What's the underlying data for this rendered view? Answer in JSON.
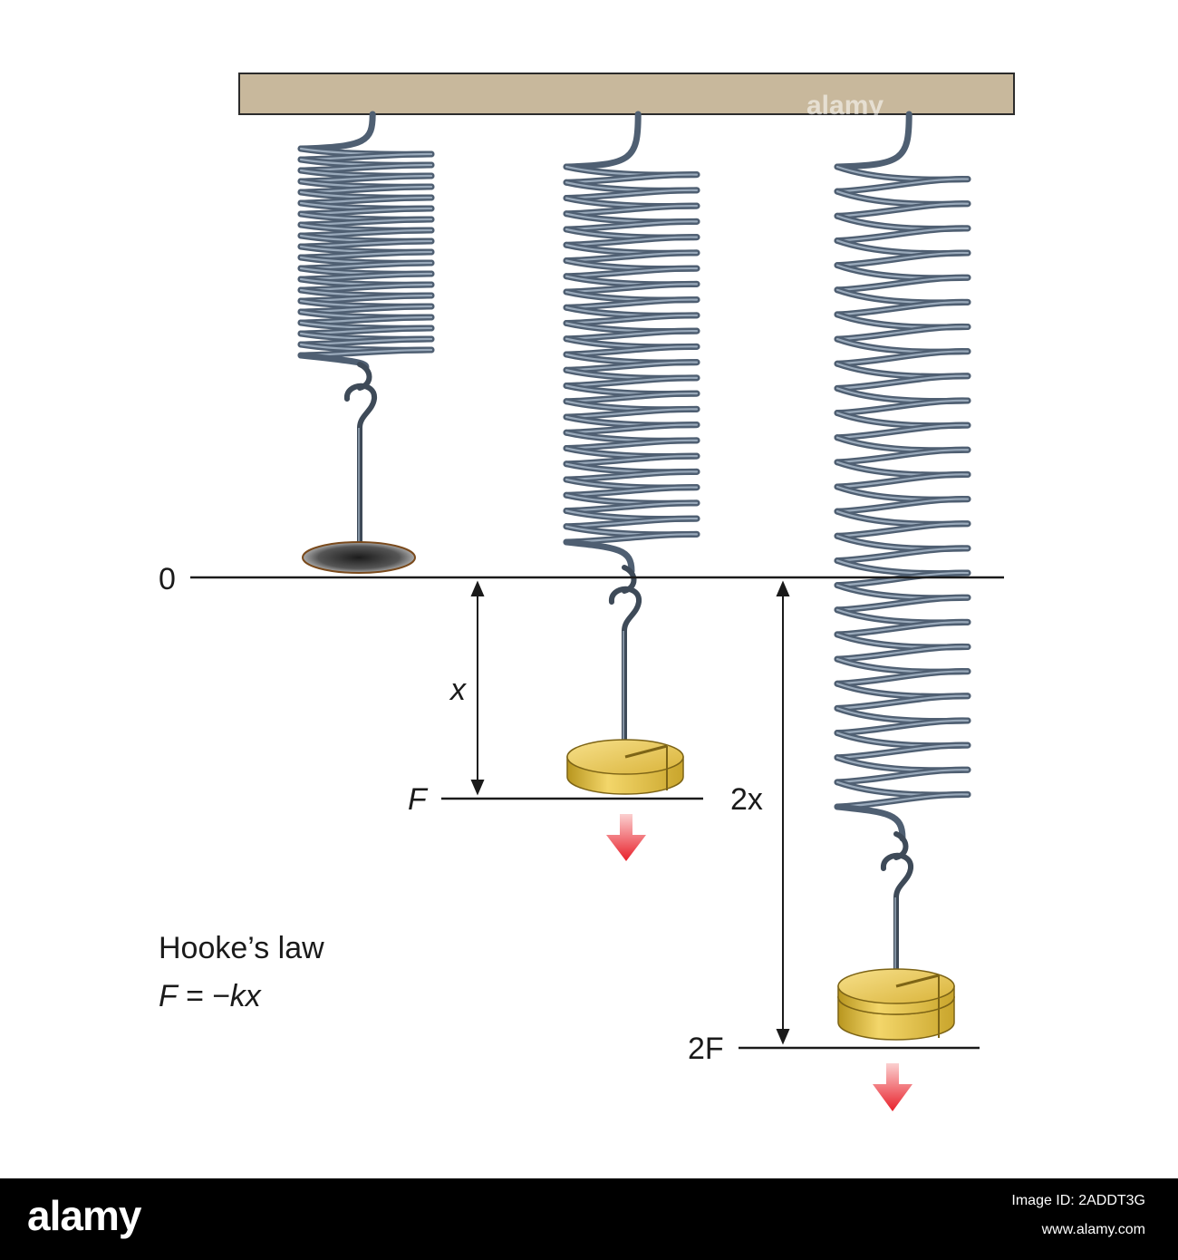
{
  "labels": {
    "zero": "0",
    "x": "x",
    "f": "F",
    "two_x": "2x",
    "two_f": "2F"
  },
  "caption": {
    "title": "Hooke’s law",
    "equation": "F = −kx"
  },
  "watermark": "alamy",
  "footer": {
    "brand": "alamy",
    "image_id": "Image ID: 2ADDT3G",
    "site": "www.alamy.com"
  },
  "colors": {
    "ceiling": "#c8b89c",
    "spring": "#4f5f72",
    "spring_highlight": "#9aaabb",
    "weight_gold": "#e6c44e",
    "weight_shadow": "#a98a22",
    "arrow_red": "#e8202a"
  }
}
